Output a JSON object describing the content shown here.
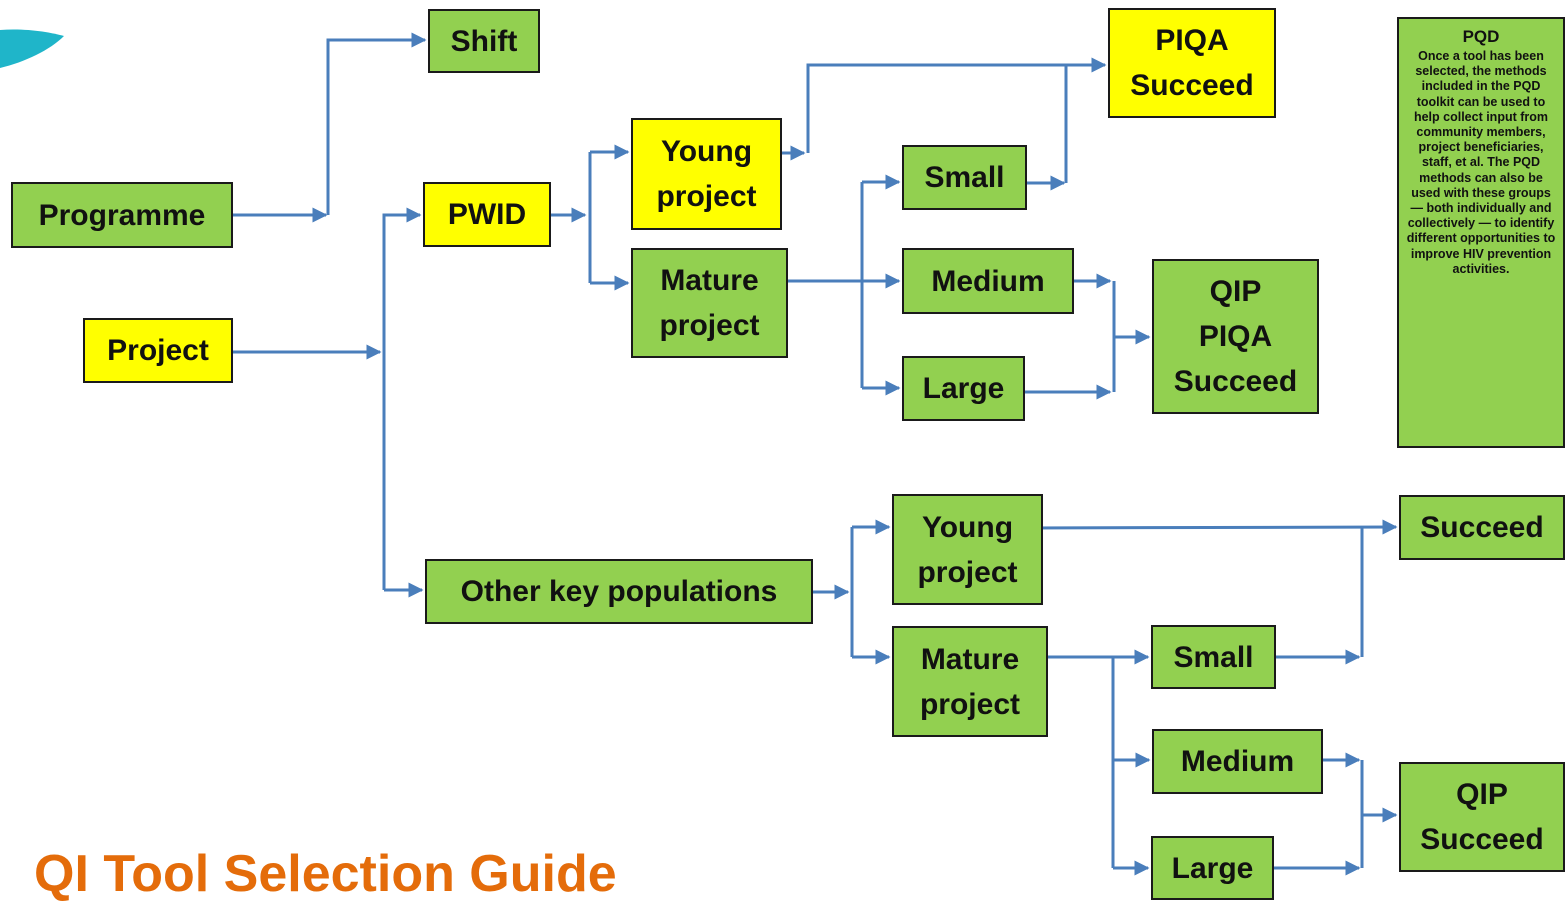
{
  "title": "QI Tool Selection Guide",
  "colors": {
    "box_green": "#92d050",
    "box_yellow": "#ffff00",
    "connector": "#4a7ebb",
    "title_orange": "#e46c0a",
    "accent_teal": "#1fb5c9"
  },
  "nodes": {
    "programme": "Programme",
    "shift": "Shift",
    "project": "Project",
    "pwid": "PWID",
    "pwid_young": [
      "Young",
      "project"
    ],
    "pwid_mature": [
      "Mature",
      "project"
    ],
    "pwid_piqa": [
      "PIQA",
      "Succeed"
    ],
    "pwid_small": "Small",
    "pwid_medium": "Medium",
    "pwid_large": "Large",
    "pwid_qip": [
      "QIP",
      "PIQA",
      "Succeed"
    ],
    "other_kp": "Other key populations",
    "other_young": [
      "Young",
      "project"
    ],
    "other_mature": [
      "Mature",
      "project"
    ],
    "other_succeed": "Succeed",
    "other_small": "Small",
    "other_medium": "Medium",
    "other_large": "Large",
    "other_qip": [
      "QIP",
      "Succeed"
    ]
  },
  "pqd": {
    "title": "PQD",
    "body": "Once a tool has been selected, the methods included in the PQD toolkit can be used to help collect input from community members, project beneficiaries, staff, et al. The PQD methods can also be used with these groups — both individually and collectively — to identify different opportunities to improve HIV prevention activities."
  }
}
